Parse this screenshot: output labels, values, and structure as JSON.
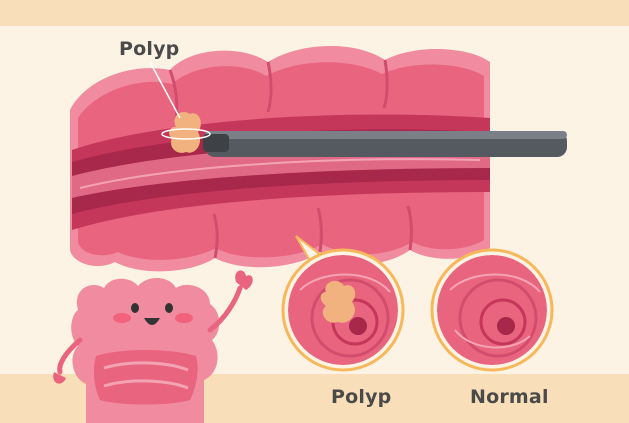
{
  "labels": {
    "top_polyp": "Polyp",
    "bottom_polyp": "Polyp",
    "bottom_normal": "Normal"
  },
  "icons": {
    "colon": "colon-cross-section",
    "endoscope": "colonoscope-tube",
    "mascot": "smiling-intestine-mascot",
    "polyp_view": "polyp-close-up-circle",
    "normal_view": "normal-close-up-circle"
  },
  "colors": {
    "background": "#fdf3e4",
    "band": "#f9dfb9",
    "colon_outer": "#e8647f",
    "colon_inner": "#c5375a",
    "scope": "#555a60",
    "polyp": "#f1b27f",
    "circle_ring": "#f7b85b",
    "text": "#4a4a4a"
  }
}
